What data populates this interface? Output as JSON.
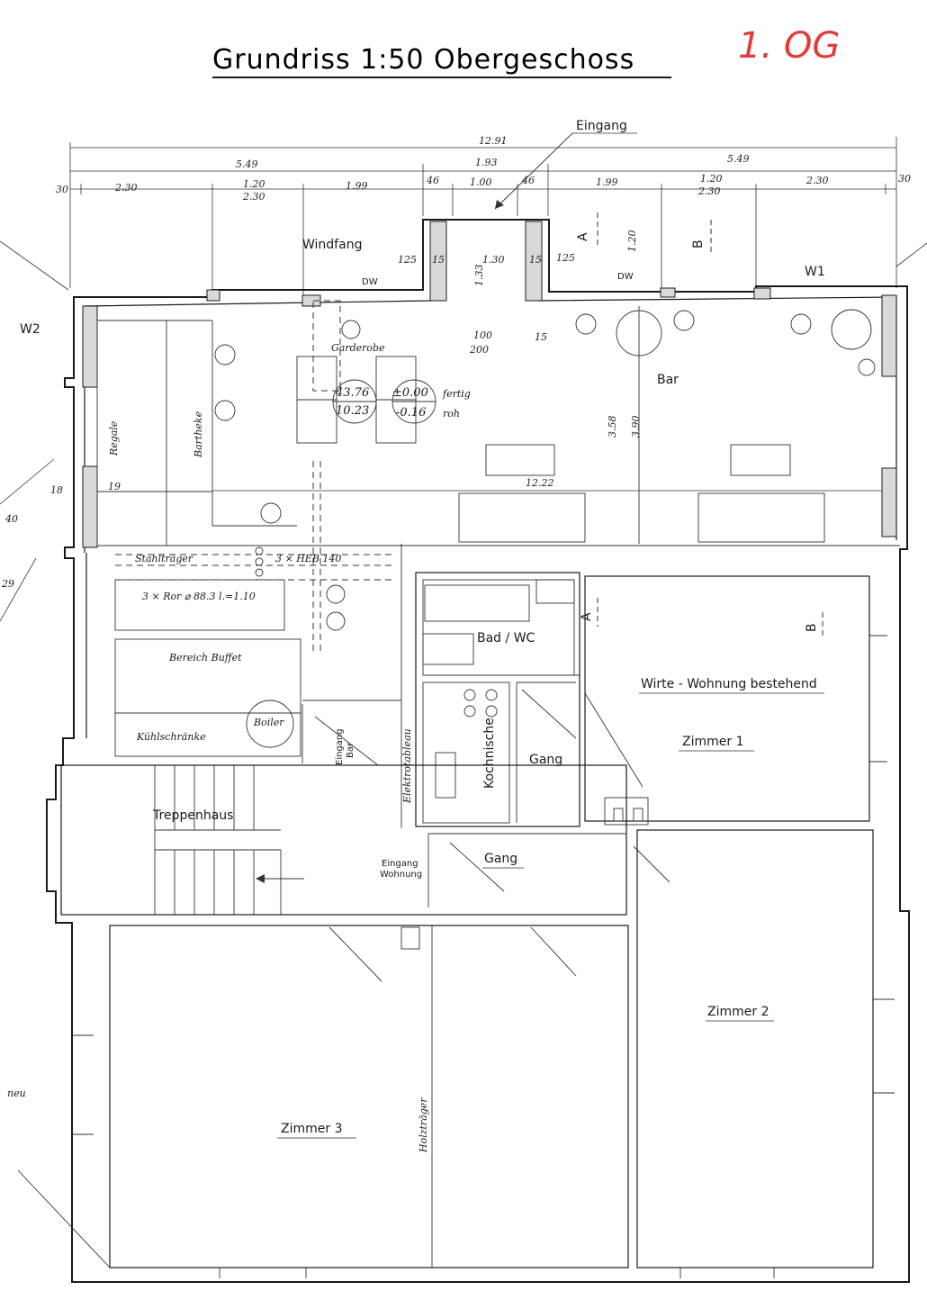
{
  "title": "Grundriss  1:50  Obergeschoss",
  "corner_note": "1. OG",
  "dimensions": {
    "total": "12.91",
    "left_half": "5.49",
    "right_half": "5.49",
    "center": "1.93",
    "seg_30_left": "30",
    "seg_230_left": "2.30",
    "seg_120_left": "1.20",
    "seg_230_left_sub": "2.30",
    "seg_199_left": "1.99",
    "seg_46_left": "46",
    "seg_100": "1.00",
    "seg_46_right": "46",
    "seg_199_right": "1.99",
    "seg_120_right": "1.20",
    "seg_230_right_sub": "2.30",
    "seg_230_right": "2.30",
    "seg_30_right": "30",
    "inner_125": "125",
    "inner_15a": "15",
    "inner_130": "1.30",
    "inner_133": "1.33",
    "inner_15b": "15",
    "inner_125b": "125",
    "inner_120v": "1.20",
    "bar_width": "12.22",
    "dim_3585": "3.58",
    "dim_390": "3.90",
    "dim_18": "18",
    "dim_19": "19",
    "dim_15": "15",
    "dim_100": "100",
    "dim_200": "200"
  },
  "levels": {
    "left_top": "43.76",
    "left_bottom": "10.23",
    "right_top": "±0.00",
    "right_top_note": "fertig",
    "right_bottom": "-0.16",
    "right_bottom_note": "roh"
  },
  "markers": {
    "section_a": "A",
    "section_b": "B",
    "window_w1": "W1",
    "window_w2": "W2",
    "dw_left": "DW",
    "dw_right": "DW"
  },
  "rooms": {
    "eingang": "Eingang",
    "windfang": "Windfang",
    "garderobe": "Garderobe",
    "bar": "Bar",
    "regale": "Regale",
    "bartheke": "Bartheke",
    "stahltraeger": "Stahlträger",
    "heb": "3 × HEB 140",
    "rohr": "3 × Ror  ⌀ 88.3  l.=1.10",
    "bereich_buffet": "Bereich  Buffet",
    "kuehlschraenke": "Kühlschränke",
    "boiler": "Boiler",
    "bad_wc": "Bad / WC",
    "kochnische": "Kochnische",
    "gang_upper": "Gang",
    "gang_lower": "Gang",
    "eingang_bar_1": "Eingang",
    "eingang_bar_2": "Bar",
    "elektrotableau": "Elektrotableau",
    "treppenhaus": "Treppenhaus",
    "eingang_wohnung_1": "Eingang",
    "eingang_wohnung_2": "Wohnung",
    "wirte_wohnung": "Wirte - Wohnung  bestehend",
    "zimmer1": "Zimmer  1",
    "zimmer2": "Zimmer  2",
    "zimmer3": "Zimmer  3",
    "holztraeger": "Holzträger",
    "side_note": "neu",
    "side_40": "40",
    "side_29": "29"
  }
}
